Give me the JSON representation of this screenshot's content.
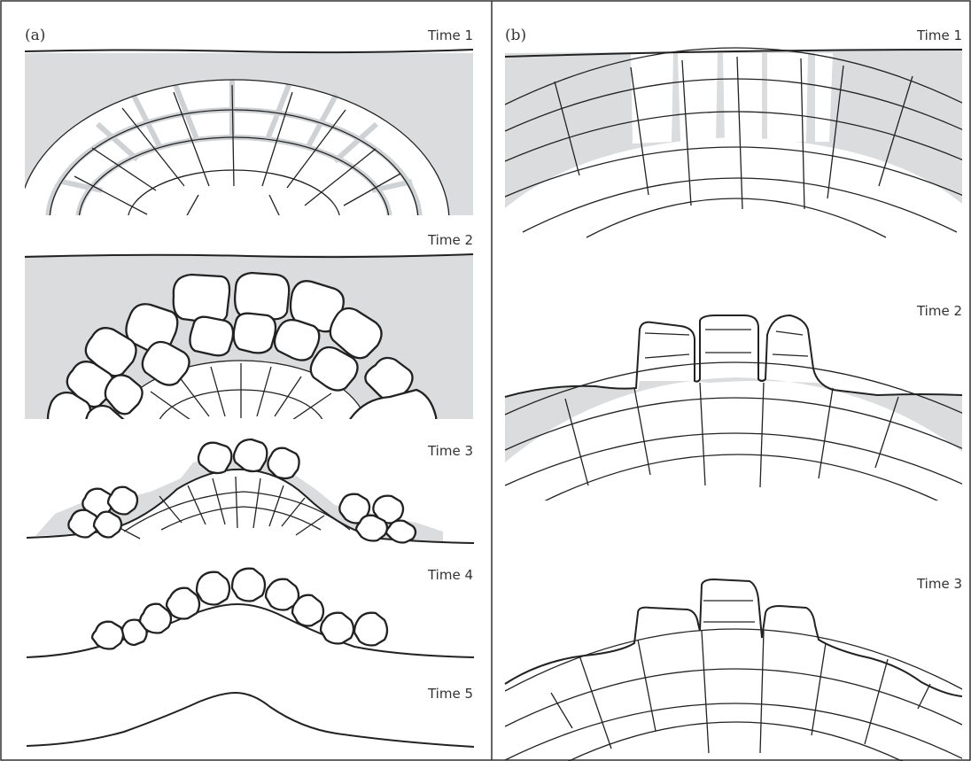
{
  "panels": [
    {
      "label": "(a)",
      "stages": [
        "Time 1",
        "Time 2",
        "Time 3",
        "Time 4",
        "Time 5"
      ]
    },
    {
      "label": "(b)",
      "stages": [
        "Time 1",
        "Time 2",
        "Time 3"
      ]
    }
  ],
  "colors": {
    "fill": "#dadcde",
    "line": "#222222",
    "frame": "#333333"
  }
}
